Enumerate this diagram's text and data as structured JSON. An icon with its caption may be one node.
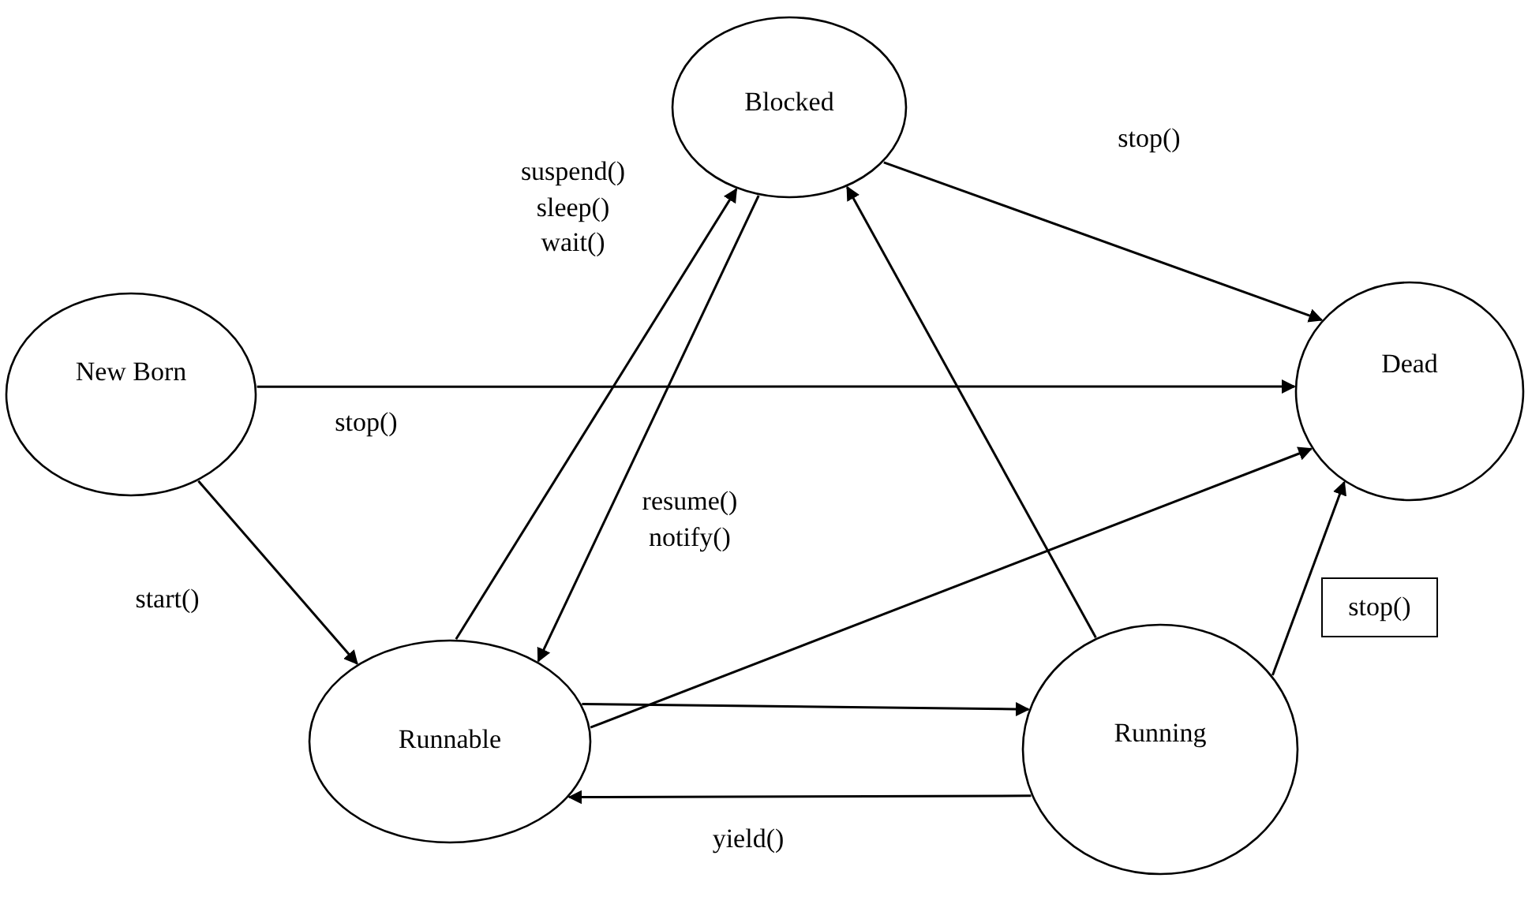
{
  "diagram": {
    "nodes": [
      {
        "text": [
          "Blocked"
        ]
      },
      {
        "text": [
          "New Born"
        ]
      },
      {
        "text": [
          "Dead"
        ]
      },
      {
        "text": [
          "Runnable"
        ]
      },
      {
        "text": [
          "Running"
        ]
      }
    ],
    "edges": [
      {
        "from": 0,
        "to": 2,
        "arrow": "to",
        "label": "stop()"
      },
      {
        "from": 1,
        "to": 2,
        "arrow": "to",
        "label": "stop()"
      },
      {
        "from": 1,
        "to": 3,
        "arrow": "to",
        "label": "start()"
      },
      {
        "from": 3,
        "to": 0,
        "arrow": "to",
        "label": "suspend() sleep() wait()"
      },
      {
        "from": 0,
        "to": 3,
        "arrow": "to",
        "label": "resume() notify()"
      },
      {
        "from": 3,
        "to": 2,
        "arrow": "to"
      },
      {
        "from": 3,
        "to": 4,
        "arrow": "to"
      },
      {
        "from": 4,
        "to": 3,
        "arrow": "to",
        "label": "yield()"
      },
      {
        "from": 4,
        "to": 0,
        "arrow": "to"
      },
      {
        "from": 4,
        "to": 2,
        "arrow": "to",
        "label": "stop()"
      }
    ]
  }
}
